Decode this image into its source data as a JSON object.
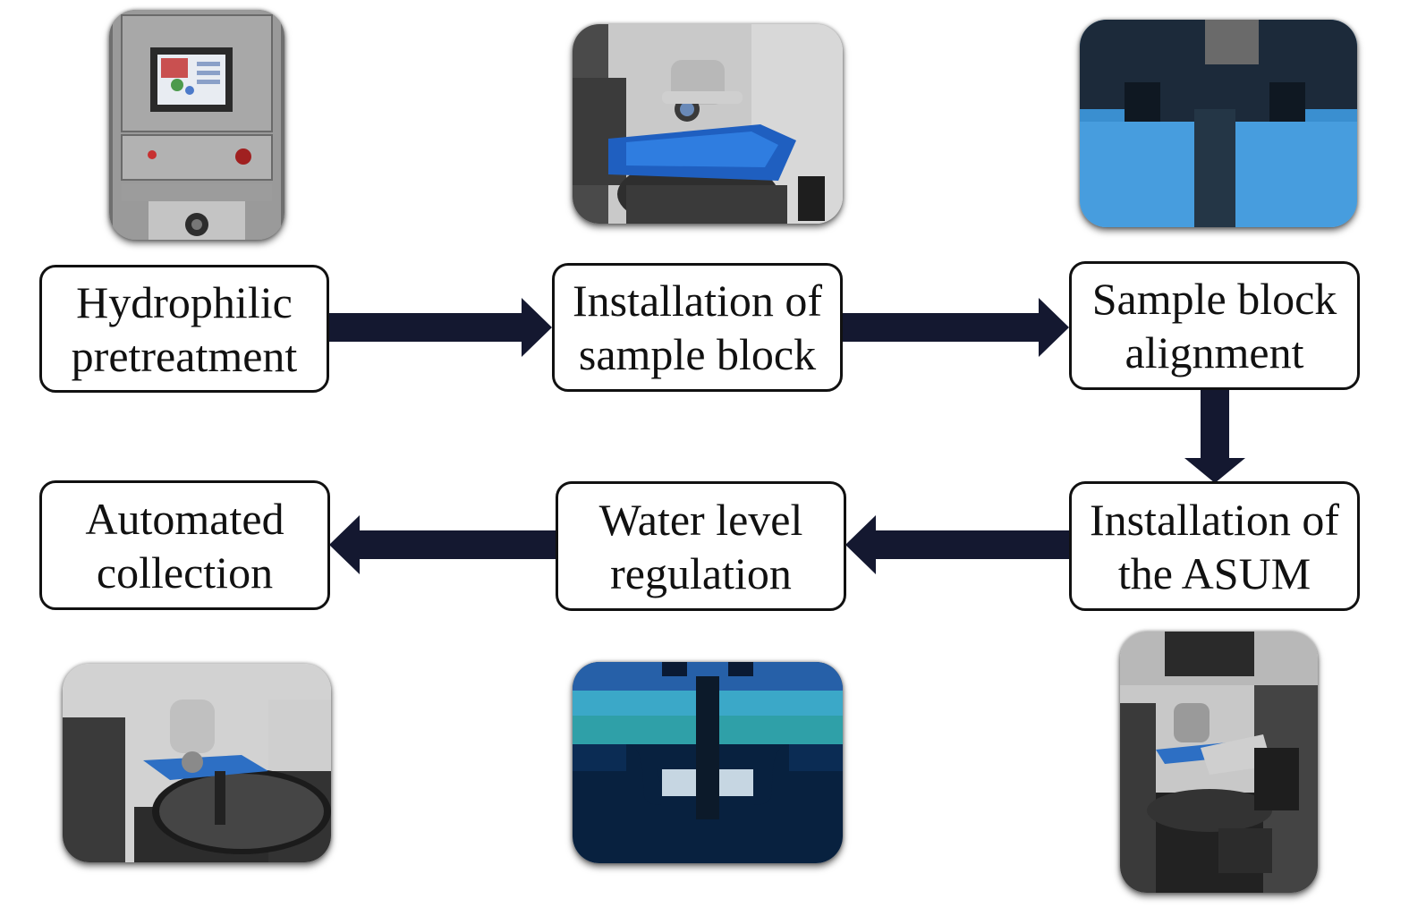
{
  "steps": [
    {
      "id": "hydrophilic-pretreatment",
      "lines": [
        "Hydrophilic",
        "pretreatment"
      ]
    },
    {
      "id": "installation-sample-block",
      "lines": [
        "Installation of",
        "sample block"
      ]
    },
    {
      "id": "sample-block-alignment",
      "lines": [
        "Sample block",
        "alignment"
      ]
    },
    {
      "id": "installation-asum",
      "lines": [
        "Installation of",
        "the ASUM"
      ]
    },
    {
      "id": "water-level-regulation",
      "lines": [
        "Water level",
        "regulation"
      ]
    },
    {
      "id": "automated-collection",
      "lines": [
        "Automated",
        "collection"
      ]
    }
  ],
  "colors": {
    "arrow": "#141830",
    "box_border": "#111111",
    "water_blue": "#2d6fc4",
    "instrument_gray": "#8a8a8a"
  }
}
